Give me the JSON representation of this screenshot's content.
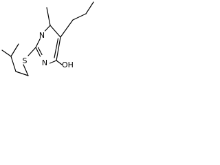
{
  "structure": {
    "atoms": {
      "ring_n_top": "N",
      "ring_n_bottom": "N",
      "sulfur": "S",
      "hydroxyl": "OH"
    }
  }
}
